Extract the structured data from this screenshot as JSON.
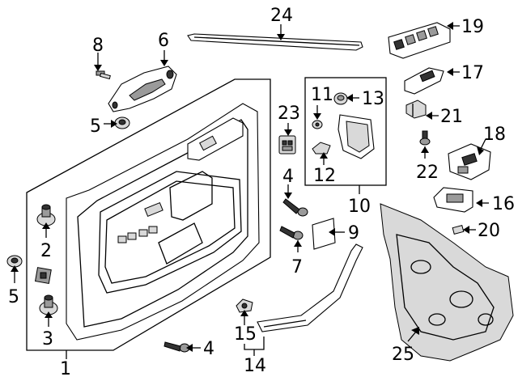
{
  "callouts": {
    "c1": "1",
    "c2": "2",
    "c3": "3",
    "c4a": "4",
    "c4b": "4",
    "c5a": "5",
    "c5b": "5",
    "c6": "6",
    "c7": "7",
    "c8": "8",
    "c9": "9",
    "c10": "10",
    "c11": "11",
    "c12": "12",
    "c13": "13",
    "c14": "14",
    "c15": "15",
    "c16": "16",
    "c17": "17",
    "c18": "18",
    "c19": "19",
    "c20": "20",
    "c21": "21",
    "c22": "22",
    "c23": "23",
    "c24": "24",
    "c25": "25"
  }
}
